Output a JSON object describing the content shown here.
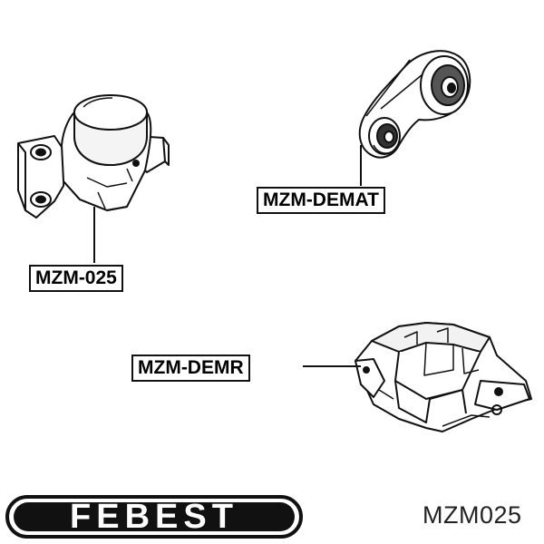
{
  "labels": {
    "part1": "MZM-025",
    "part2": "MZM-DEMAT",
    "part3": "MZM-DEMR"
  },
  "footer": {
    "brand": "FEBEST",
    "part_number": "MZM025"
  },
  "colors": {
    "line": "#111111",
    "background": "#ffffff"
  },
  "icons": [
    "engine-mount-drawing",
    "torque-rod-mount-drawing",
    "transmission-mount-drawing",
    "febest-logo"
  ]
}
